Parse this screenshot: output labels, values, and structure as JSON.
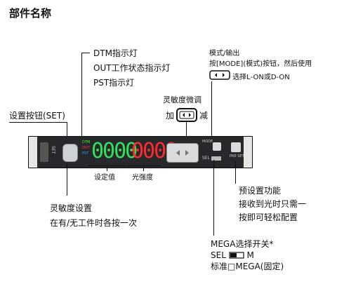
{
  "title": "部件名称",
  "callouts": {
    "dtm": "DTM指示灯",
    "out": "OUT工作状态指示灯",
    "pst": "PST指示灯",
    "mode_line1": "模式/输出",
    "mode_line2": "按[MODE](模式)按钮，然后使用",
    "mode_line3": "选择L-ON或D-ON",
    "sens_fine_title": "灵敏度微调",
    "sens_plus": "加",
    "sens_minus": "减",
    "set_button": "设置按钮(SET)",
    "preset_line1": "预设置功能",
    "preset_line2": "接收到光时只需一",
    "preset_line3": "按即可轻松配置",
    "sens_set_line1": "灵敏度设置",
    "sens_set_line2": "在有/无工件时各按一次",
    "mega_line1": "MEGA选择开关*",
    "mega_line2_left": "SEL",
    "mega_line2_right": "M",
    "mega_line3": "标准□MEGA(固定)"
  },
  "display_labels": {
    "set_value": "设定值",
    "light_intensity": "光强度"
  },
  "device": {
    "display_green": "0000",
    "display_red": "0000",
    "set_key": "SET",
    "led_dtm": "DTM",
    "led_out": "OUT",
    "led_pst": "PST",
    "mode_key": "MODE",
    "sel_key": "SEL",
    "pre_set_key": "PRE SET",
    "colors": {
      "body": "#26282b",
      "green_digits": "#32e05a",
      "red_digits": "#ff2a2a"
    }
  }
}
